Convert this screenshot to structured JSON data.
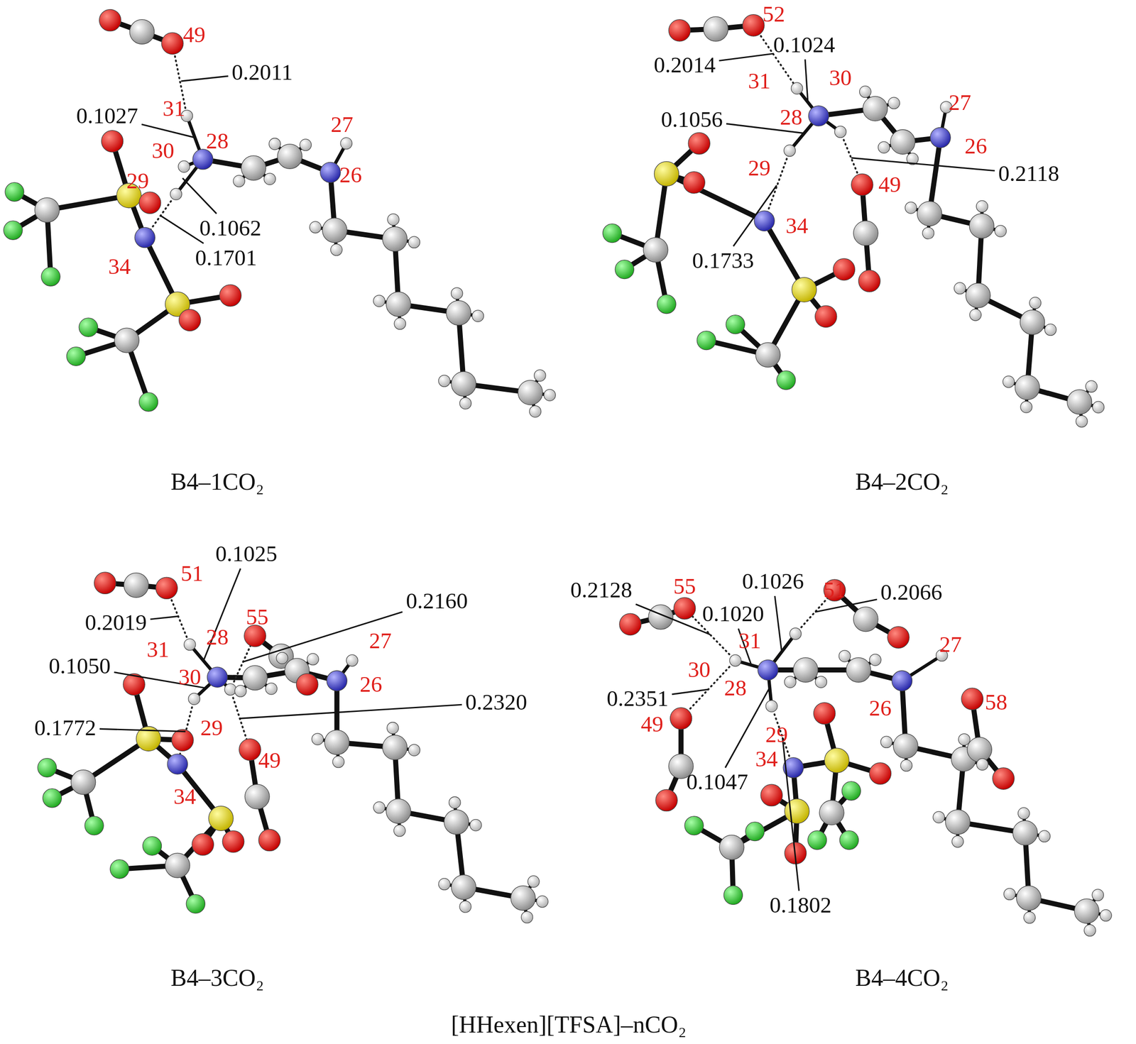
{
  "diagram": {
    "caption": "[HHexen][TFSA]–nCO₂",
    "labels": [
      "49",
      "0.2011",
      "31",
      "0.1027",
      "28",
      "30",
      "29",
      "27",
      "26",
      "0.1062",
      "0.1701",
      "34",
      "B4–1CO₂",
      "52",
      "0.2014",
      "0.1024",
      "31",
      "30",
      "28",
      "27",
      "26",
      "0.1056",
      "29",
      "0.2118",
      "49",
      "34",
      "0.1733",
      "B4–2CO₂",
      "0.1025",
      "0.2160",
      "51",
      "0.2019",
      "55",
      "31",
      "28",
      "27",
      "30",
      "26",
      "0.1050",
      "0.2320",
      "0.1772",
      "29",
      "49",
      "34",
      "B4–3CO₂",
      "0.2128",
      "55",
      "0.1026",
      "51",
      "0.2066",
      "0.1020",
      "31",
      "27",
      "30",
      "28",
      "0.2351",
      "58",
      "49",
      "26",
      "29",
      "34",
      "0.1047",
      "0.1802",
      "B4–4CO₂"
    ]
  }
}
